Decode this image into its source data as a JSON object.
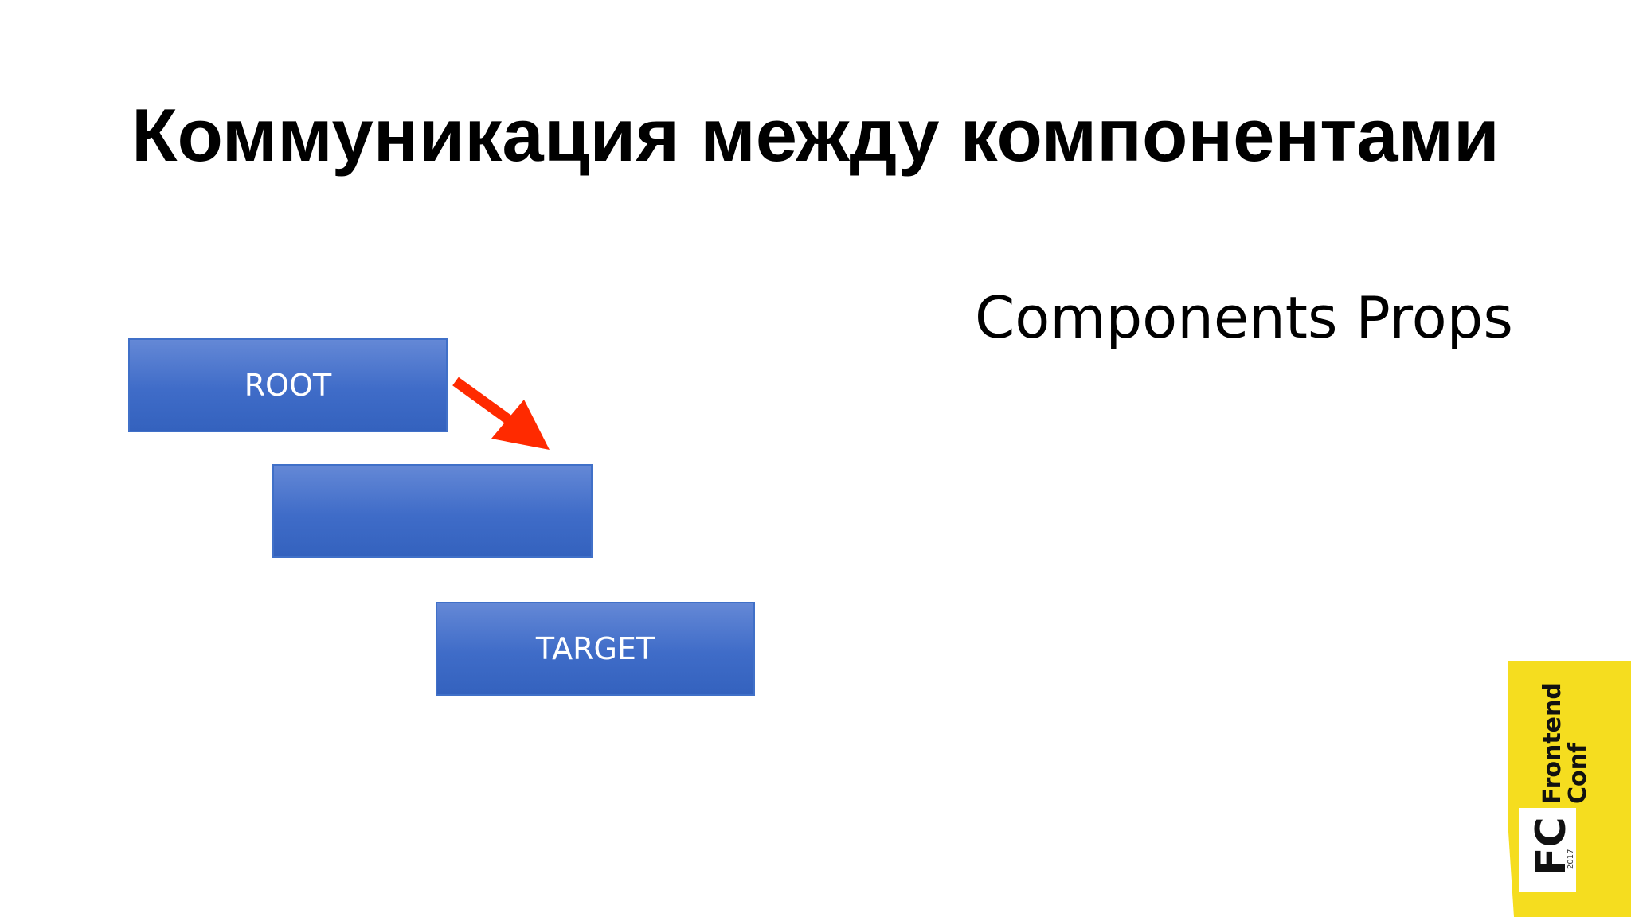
{
  "slide": {
    "title": "Коммуникация между компонентами",
    "subtitle": "Components Props"
  },
  "diagram": {
    "boxes": [
      {
        "label": "ROOT"
      },
      {
        "label": ""
      },
      {
        "label": "TARGET"
      }
    ],
    "arrow": {
      "color": "#ff2a00",
      "from": "ROOT",
      "to": "middle-box"
    },
    "box_color": "#4472c4"
  },
  "logo": {
    "brand_line1": "Frontend",
    "brand_line2": "Conf",
    "mark": "FC",
    "year": "2017",
    "color": "#f5dd1f"
  }
}
